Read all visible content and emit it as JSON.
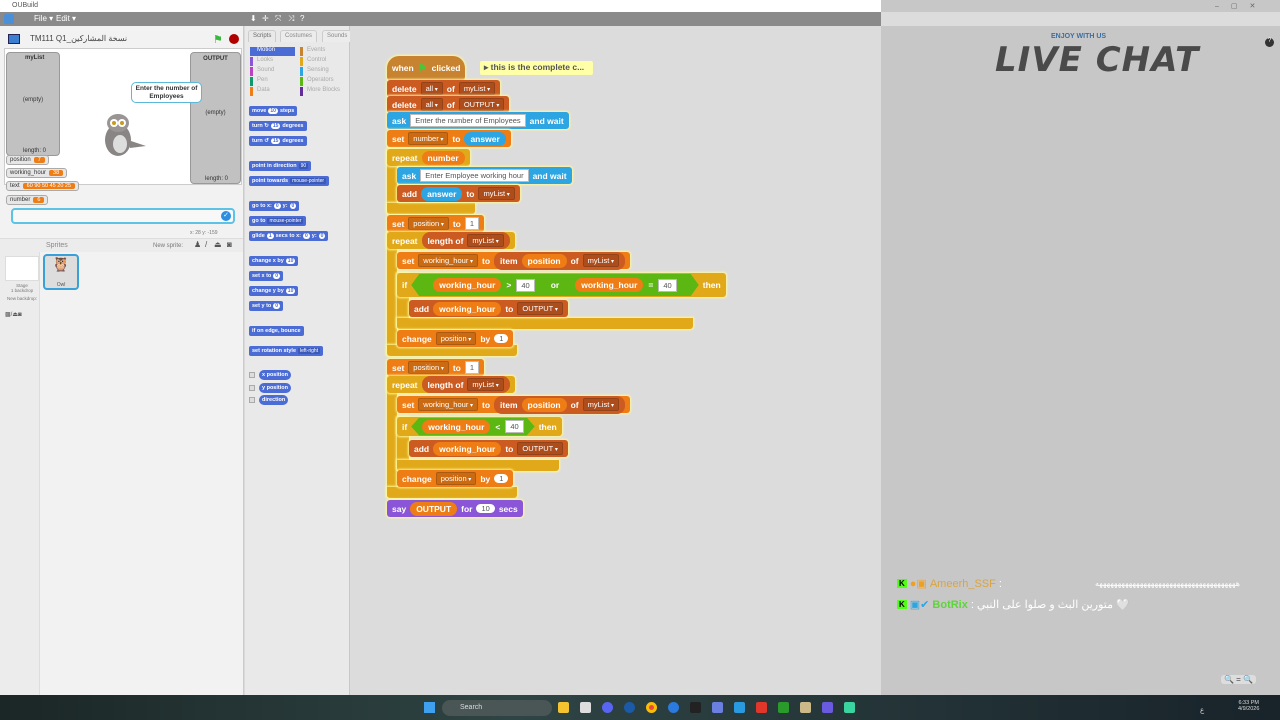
{
  "window": {
    "title": "OUBuild",
    "menu": [
      "File ▾",
      "Edit ▾"
    ]
  },
  "stage_header": {
    "project_title": "TM111 Q1_نسخة المشاركين"
  },
  "stage": {
    "speech_bubble": "Enter the number of Employees",
    "list_mylist": {
      "name": "myList",
      "empty": "(empty)",
      "length": "length: 0"
    },
    "list_output": {
      "name": "OUTPUT",
      "empty": "(empty)",
      "length": "length: 0"
    },
    "variables": [
      {
        "name": "position",
        "value": "7"
      },
      {
        "name": "working_hour",
        "value": "38"
      },
      {
        "name": "text",
        "value": "60 90 50 45 20 25"
      },
      {
        "name": "number",
        "value": "6"
      }
    ],
    "ask_input": "",
    "coords": "x: 28   y: -159"
  },
  "sprites": {
    "header": "Sprites",
    "new_sprite": "New sprite:",
    "stage_label": "Stage",
    "backdrops": "1 backdrop",
    "new_backdrop": "New backdrop:",
    "sprite_name": "Owl"
  },
  "palette": {
    "tabs": [
      "Scripts",
      "Costumes",
      "Sounds"
    ],
    "categories": [
      "Motion",
      "Looks",
      "Sound",
      "Pen",
      "Data",
      "Events",
      "Control",
      "Sensing",
      "Operators",
      "More Blocks"
    ],
    "blocks": [
      [
        [
          "t",
          "move"
        ],
        [
          "n",
          "10"
        ],
        [
          "t",
          "steps"
        ]
      ],
      [
        [
          "t",
          "turn ↻"
        ],
        [
          "n",
          "15"
        ],
        [
          "t",
          "degrees"
        ]
      ],
      [
        [
          "t",
          "turn ↺"
        ],
        [
          "n",
          "15"
        ],
        [
          "t",
          "degrees"
        ]
      ],
      [
        [
          "t",
          "point in direction"
        ],
        [
          "d",
          "90"
        ]
      ],
      [
        [
          "t",
          "point towards"
        ],
        [
          "d",
          "mouse-pointer"
        ]
      ],
      [
        [
          "t",
          "go to x:"
        ],
        [
          "n",
          "0"
        ],
        [
          "t",
          "y:"
        ],
        [
          "n",
          "0"
        ]
      ],
      [
        [
          "t",
          "go to"
        ],
        [
          "d",
          "mouse-pointer"
        ]
      ],
      [
        [
          "t",
          "glide"
        ],
        [
          "n",
          "1"
        ],
        [
          "t",
          "secs to x:"
        ],
        [
          "n",
          "0"
        ],
        [
          "t",
          "y:"
        ],
        [
          "n",
          "0"
        ]
      ],
      [
        [
          "t",
          "change x by"
        ],
        [
          "n",
          "10"
        ]
      ],
      [
        [
          "t",
          "set x to"
        ],
        [
          "n",
          "0"
        ]
      ],
      [
        [
          "t",
          "change y by"
        ],
        [
          "n",
          "10"
        ]
      ],
      [
        [
          "t",
          "set y to"
        ],
        [
          "n",
          "0"
        ]
      ],
      [
        [
          "t",
          "if on edge, bounce"
        ]
      ],
      [
        [
          "t",
          "set rotation style"
        ],
        [
          "d",
          "left-right"
        ]
      ],
      [
        [
          "t",
          "x position"
        ]
      ],
      [
        [
          "t",
          "y position"
        ]
      ],
      [
        [
          "t",
          "direction"
        ]
      ]
    ]
  },
  "script": {
    "comment": "this is the complete c...",
    "blocks": [
      {
        "cat": "events",
        "parts": [
          [
            "t",
            "when"
          ],
          [
            "flag"
          ],
          [
            "t",
            "clicked"
          ]
        ]
      },
      {
        "cat": "list",
        "parts": [
          [
            "t",
            "delete"
          ],
          [
            "d",
            "all"
          ],
          [
            "t",
            "of"
          ],
          [
            "d",
            "myList"
          ]
        ]
      },
      {
        "cat": "list",
        "parts": [
          [
            "t",
            "delete"
          ],
          [
            "d",
            "all"
          ],
          [
            "t",
            "of"
          ],
          [
            "d",
            "OUTPUT"
          ]
        ]
      },
      {
        "cat": "sensing",
        "parts": [
          [
            "t",
            "ask"
          ],
          [
            "s",
            "Enter the number of Employees"
          ],
          [
            "t",
            "and wait"
          ]
        ]
      },
      {
        "cat": "data",
        "parts": [
          [
            "t",
            "set"
          ],
          [
            "d",
            "number"
          ],
          [
            "t",
            "to"
          ],
          [
            "r",
            "sensing",
            [
              [
                "t",
                "answer"
              ]
            ]
          ]
        ]
      },
      {
        "cat": "control",
        "parts": [
          [
            "t",
            "repeat"
          ],
          [
            "r",
            "data",
            [
              [
                "t",
                "number"
              ]
            ]
          ]
        ]
      },
      {
        "cat": "sensing",
        "parts": [
          [
            "t",
            "ask"
          ],
          [
            "s",
            "Enter Employee working hour"
          ],
          [
            "t",
            "and wait"
          ]
        ]
      },
      {
        "cat": "list",
        "parts": [
          [
            "t",
            "add"
          ],
          [
            "r",
            "sensing",
            [
              [
                "t",
                "answer"
              ]
            ]
          ],
          [
            "t",
            "to"
          ],
          [
            "d",
            "myList"
          ]
        ]
      },
      {
        "cat": "data",
        "parts": [
          [
            "t",
            "set"
          ],
          [
            "d",
            "position"
          ],
          [
            "t",
            "to"
          ],
          [
            "s",
            "1"
          ]
        ]
      },
      {
        "cat": "control",
        "parts": [
          [
            "t",
            "repeat"
          ],
          [
            "r",
            "list",
            [
              [
                "t",
                "length of"
              ],
              [
                "d",
                "myList"
              ]
            ]
          ]
        ]
      },
      {
        "cat": "data",
        "parts": [
          [
            "t",
            "set"
          ],
          [
            "d",
            "working_hour"
          ],
          [
            "t",
            "to"
          ],
          [
            "r",
            "list",
            [
              [
                "t",
                "item"
              ],
              [
                "r",
                "data",
                [
                  [
                    "t",
                    "position"
                  ]
                ]
              ],
              [
                "t",
                "of"
              ],
              [
                "d",
                "myList"
              ]
            ]
          ]
        ]
      },
      {
        "cat": "control",
        "parts": [
          [
            "t",
            "if"
          ],
          [
            "b",
            [
              [
                "b",
                [
                  [
                    "r",
                    "data",
                    [
                      [
                        "t",
                        "working_hour"
                      ]
                    ]
                  ],
                  [
                    "t",
                    ">"
                  ],
                  [
                    "s",
                    "40"
                  ]
                ]
              ],
              [
                "t",
                "or"
              ],
              [
                "b",
                [
                  [
                    "r",
                    "data",
                    [
                      [
                        "t",
                        "working_hour"
                      ]
                    ]
                  ],
                  [
                    "t",
                    "="
                  ],
                  [
                    "s",
                    "40"
                  ]
                ]
              ]
            ]
          ],
          [
            "t",
            "then"
          ]
        ]
      },
      {
        "cat": "list",
        "parts": [
          [
            "t",
            "add"
          ],
          [
            "r",
            "data",
            [
              [
                "t",
                "working_hour"
              ]
            ]
          ],
          [
            "t",
            "to"
          ],
          [
            "d",
            "OUTPUT"
          ]
        ]
      },
      {
        "cat": "data",
        "parts": [
          [
            "t",
            "change"
          ],
          [
            "d",
            "position"
          ],
          [
            "t",
            "by"
          ],
          [
            "n",
            "1"
          ]
        ]
      },
      {
        "cat": "data",
        "parts": [
          [
            "t",
            "set"
          ],
          [
            "d",
            "position"
          ],
          [
            "t",
            "to"
          ],
          [
            "s",
            "1"
          ]
        ]
      },
      {
        "cat": "control",
        "parts": [
          [
            "t",
            "repeat"
          ],
          [
            "r",
            "list",
            [
              [
                "t",
                "length of"
              ],
              [
                "d",
                "myList"
              ]
            ]
          ]
        ]
      },
      {
        "cat": "data",
        "parts": [
          [
            "t",
            "set"
          ],
          [
            "d",
            "working_hour"
          ],
          [
            "t",
            "to"
          ],
          [
            "r",
            "list",
            [
              [
                "t",
                "item"
              ],
              [
                "r",
                "data",
                [
                  [
                    "t",
                    "position"
                  ]
                ]
              ],
              [
                "t",
                "of"
              ],
              [
                "d",
                "myList"
              ]
            ]
          ]
        ]
      },
      {
        "cat": "control",
        "parts": [
          [
            "t",
            "if"
          ],
          [
            "b",
            [
              [
                "r",
                "data",
                [
                  [
                    "t",
                    "working_hour"
                  ]
                ]
              ],
              [
                "t",
                "<"
              ],
              [
                "s",
                "40"
              ]
            ]
          ],
          [
            "t",
            "then"
          ]
        ]
      },
      {
        "cat": "list",
        "parts": [
          [
            "t",
            "add"
          ],
          [
            "r",
            "data",
            [
              [
                "t",
                "working_hour"
              ]
            ]
          ],
          [
            "t",
            "to"
          ],
          [
            "d",
            "OUTPUT"
          ]
        ]
      },
      {
        "cat": "data",
        "parts": [
          [
            "t",
            "change"
          ],
          [
            "d",
            "position"
          ],
          [
            "t",
            "by"
          ],
          [
            "n",
            "1"
          ]
        ]
      },
      {
        "cat": "looks",
        "parts": [
          [
            "t",
            "say"
          ],
          [
            "r",
            "data",
            [
              [
                "t",
                "OUTPUT"
              ]
            ]
          ],
          [
            "t",
            "for"
          ],
          [
            "n",
            "10"
          ],
          [
            "t",
            "secs"
          ]
        ]
      }
    ]
  },
  "chat": {
    "tagline": "ENJOY WITH US",
    "title": "LIVE CHAT",
    "messages": [
      {
        "user": "Ameerh_SSF",
        "user_color": "#d9a441",
        "text": "ههههههههههههههههههههههههههههههههههههههه"
      },
      {
        "user": "BotRix",
        "user_color": "#5fd43a",
        "text": "متورين البث و صلوا على النبي 🤍"
      }
    ]
  },
  "taskbar": {
    "search": "Search",
    "time": "6:33 PM",
    "date": "4/9/2026",
    "lang": "ع"
  }
}
